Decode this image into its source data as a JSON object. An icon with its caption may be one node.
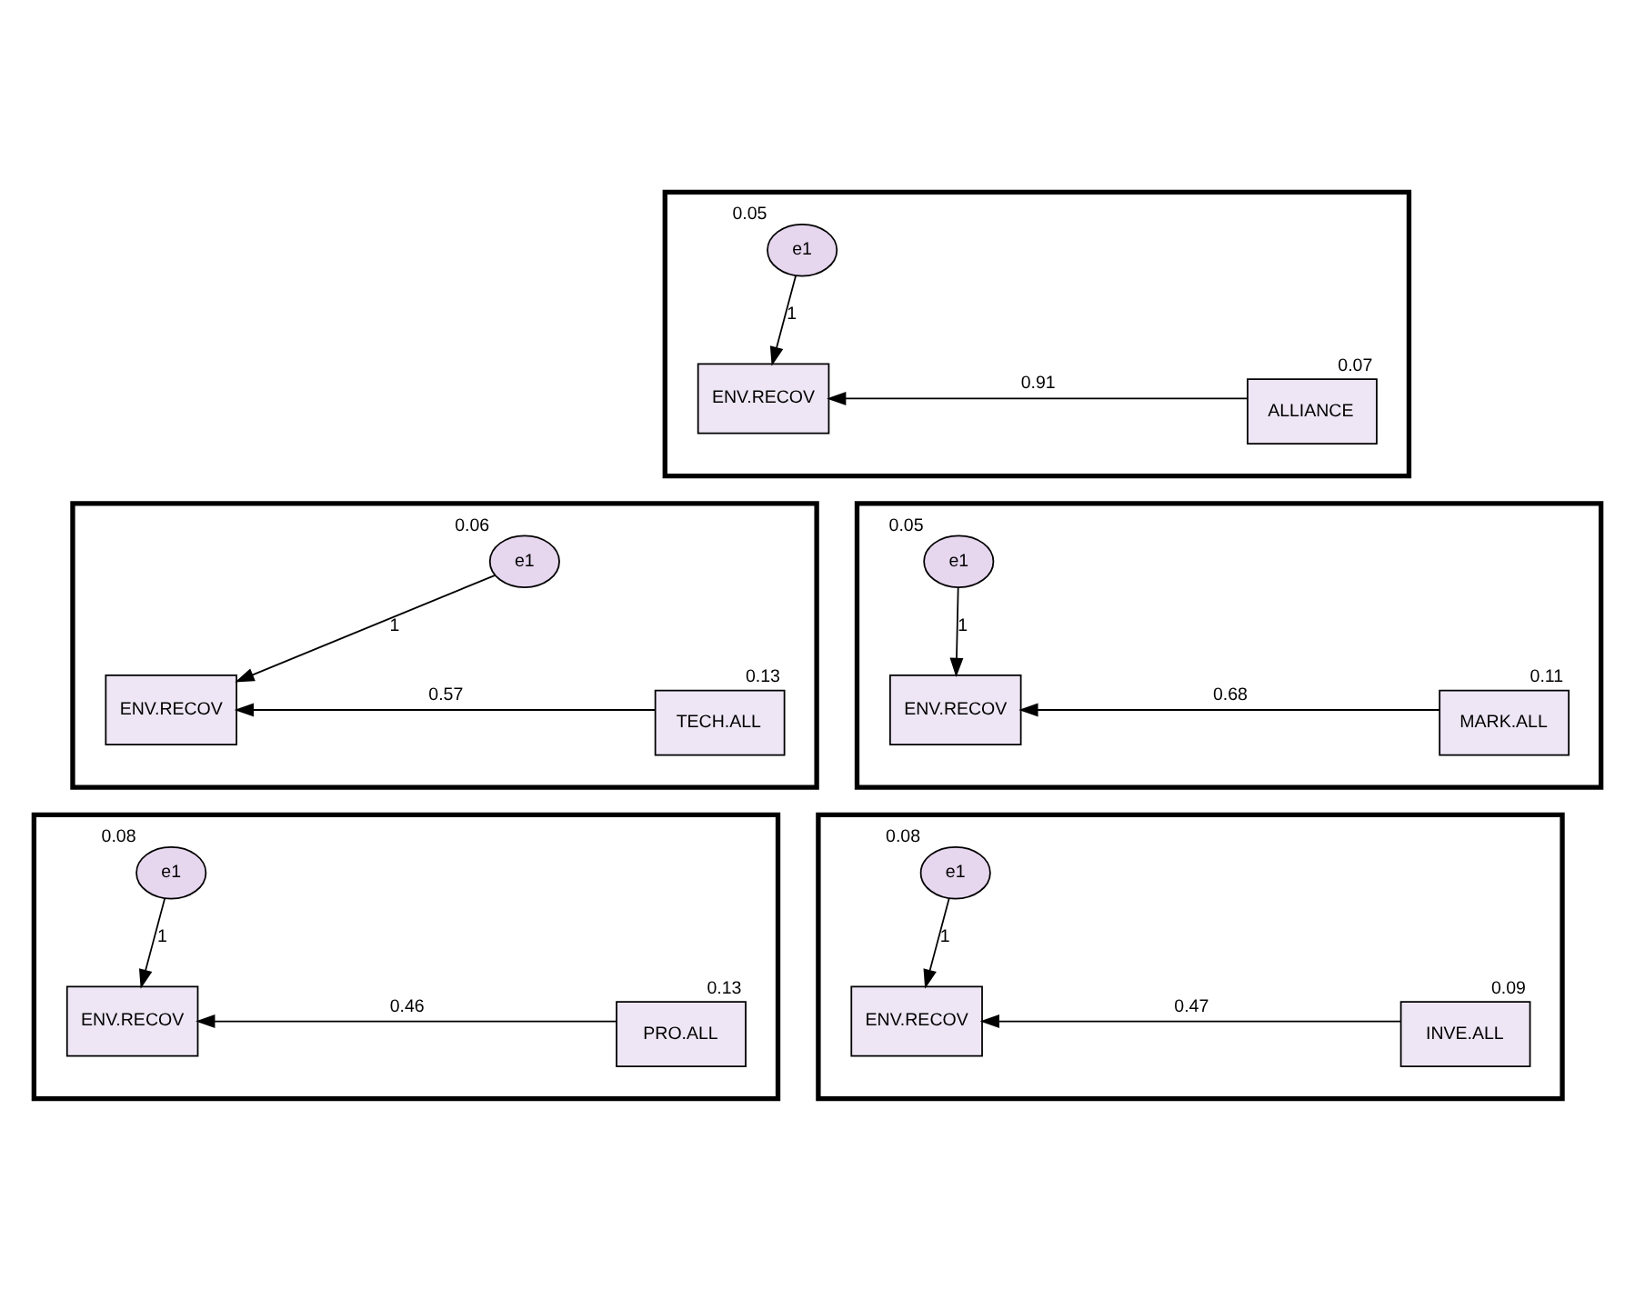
{
  "diagram": {
    "nodes": [
      {
        "text": [],
        "shape": "box"
      },
      {
        "text": [
          "e1"
        ],
        "beside": [
          "0.05"
        ],
        "in": 0
      },
      {
        "text": [
          "ENV.RECOV"
        ],
        "in": 0
      },
      {
        "text": [
          "ALLIANCE"
        ],
        "beside": [
          "0.07"
        ],
        "in": 0
      },
      {
        "text": [],
        "shape": "box"
      },
      {
        "text": [
          "e1"
        ],
        "beside": [
          "0.06"
        ],
        "in": 4
      },
      {
        "text": [
          "ENV.RECOV"
        ],
        "in": 4
      },
      {
        "text": [
          "TECH.ALL"
        ],
        "beside": [
          "0.13"
        ],
        "in": 4
      },
      {
        "text": [],
        "shape": "box"
      },
      {
        "text": [
          "e1"
        ],
        "beside": [
          "0.05"
        ],
        "in": 8
      },
      {
        "text": [
          "ENV.RECOV"
        ],
        "in": 8
      },
      {
        "text": [
          "MARK.ALL"
        ],
        "beside": [
          "0.11"
        ],
        "in": 8
      },
      {
        "text": [],
        "shape": "box"
      },
      {
        "text": [
          "e1"
        ],
        "beside": [
          "0.08"
        ],
        "in": 12
      },
      {
        "text": [
          "ENV.RECOV"
        ],
        "in": 12
      },
      {
        "text": [
          "PRO.ALL"
        ],
        "beside": [
          "0.13"
        ],
        "in": 12
      },
      {
        "text": [],
        "shape": "box"
      },
      {
        "text": [
          "e1"
        ],
        "beside": [
          "0.08"
        ],
        "in": 16
      },
      {
        "text": [
          "ENV.RECOV"
        ],
        "in": 16
      },
      {
        "text": [
          "INVE.ALL"
        ],
        "beside": [
          "0.09"
        ],
        "in": 16
      }
    ],
    "edges": [
      {
        "from": 1,
        "to": 2,
        "arrow": "to",
        "label": "1"
      },
      {
        "from": 3,
        "to": 2,
        "arrow": "to",
        "label": "0.91"
      },
      {
        "from": 5,
        "to": 6,
        "arrow": "to",
        "label": "1"
      },
      {
        "from": 7,
        "to": 6,
        "arrow": "to",
        "label": "0.57"
      },
      {
        "from": 9,
        "to": 10,
        "arrow": "to",
        "label": "1"
      },
      {
        "from": 11,
        "to": 10,
        "arrow": "to",
        "label": "0.68"
      },
      {
        "from": 13,
        "to": 14,
        "arrow": "to",
        "label": "1"
      },
      {
        "from": 15,
        "to": 14,
        "arrow": "to",
        "label": "0.46"
      },
      {
        "from": 17,
        "to": 18,
        "arrow": "to",
        "label": "1"
      },
      {
        "from": 19,
        "to": 18,
        "arrow": "to",
        "label": "0.47"
      }
    ]
  }
}
